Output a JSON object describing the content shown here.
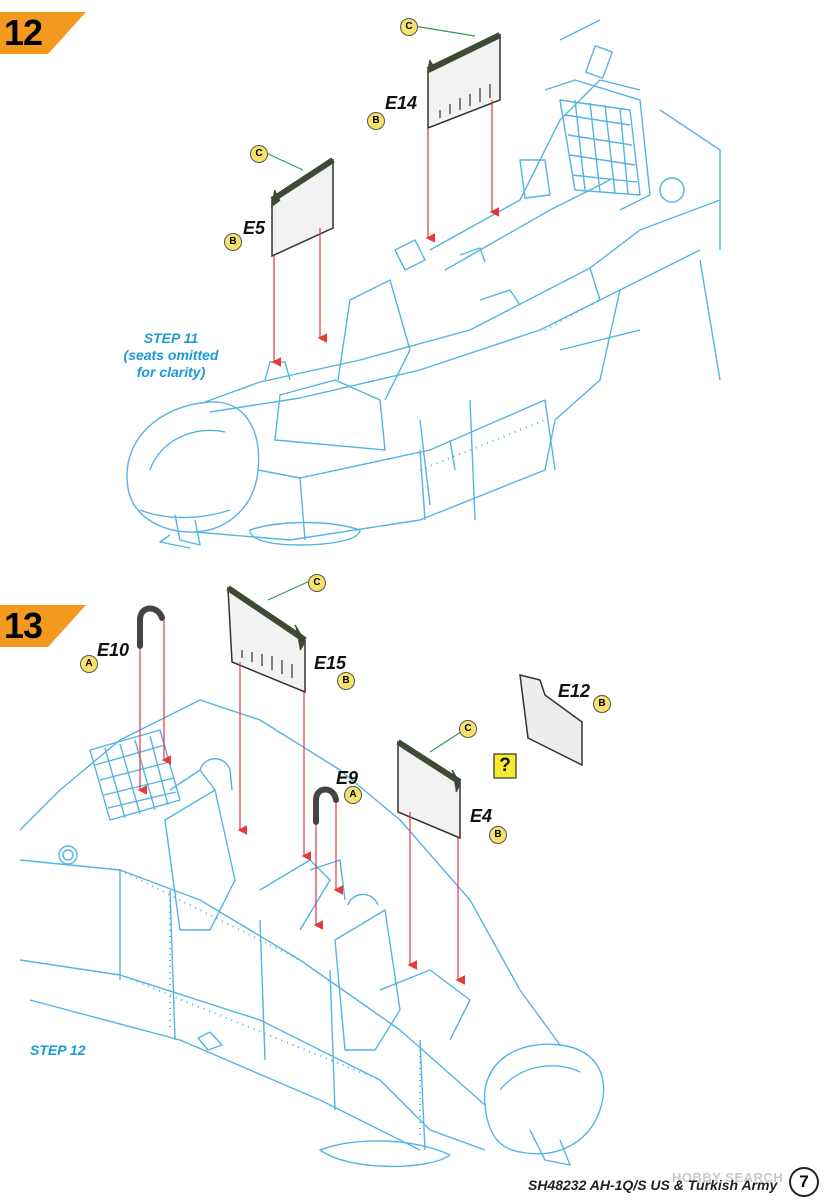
{
  "steps": [
    {
      "number": "12",
      "note_lines": [
        "STEP 11",
        "(seats omitted",
        "for clarity)"
      ]
    },
    {
      "number": "13",
      "note_lines": [
        "STEP 12"
      ]
    }
  ],
  "parts_step12": [
    {
      "id": "E14",
      "color_code": "C",
      "subassembly": "B"
    },
    {
      "id": "E5",
      "color_code": "C",
      "subassembly": "B"
    }
  ],
  "parts_step13": [
    {
      "id": "E10",
      "subassembly": "A"
    },
    {
      "id": "E15",
      "color_code": "C",
      "subassembly": "B"
    },
    {
      "id": "E12",
      "subassembly": "B"
    },
    {
      "id": "E9",
      "subassembly": "A"
    },
    {
      "id": "E4",
      "color_code": "C",
      "subassembly": "B"
    }
  ],
  "question_mark": "?",
  "footer": "SH48232 AH-1Q/S US & Turkish Army",
  "page_number": "7",
  "watermark": "HOBBY SEARCH",
  "colors": {
    "step_orange": "#f39a1e",
    "outline_blue": "#55b4e2",
    "note_blue": "#1a9ad6",
    "arrow_red": "#e43a3a",
    "callout_green": "#2e9a57",
    "badge_yellow": "#f7e36b",
    "question_yellow": "#f6ea2a"
  }
}
